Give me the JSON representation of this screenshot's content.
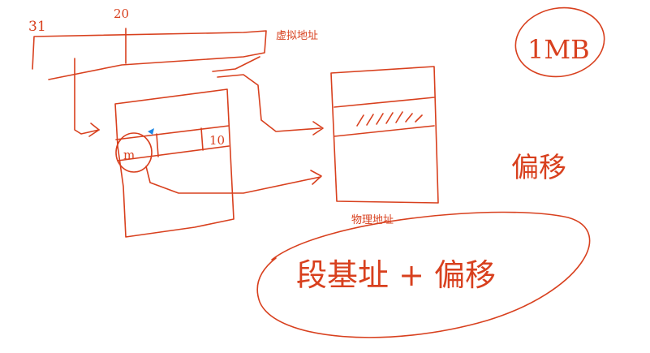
{
  "annotations": {
    "bit_high": "31",
    "bit_mid": "20",
    "virtual_address": "虚拟地址",
    "physical_address": "物理地址",
    "size": "1MB",
    "offset": "偏移",
    "register_label": "m",
    "entry_end": "10",
    "formula": "段基址 + 偏移"
  },
  "colors": {
    "ink": "#d8401e",
    "cursor": "#1e88e5"
  }
}
